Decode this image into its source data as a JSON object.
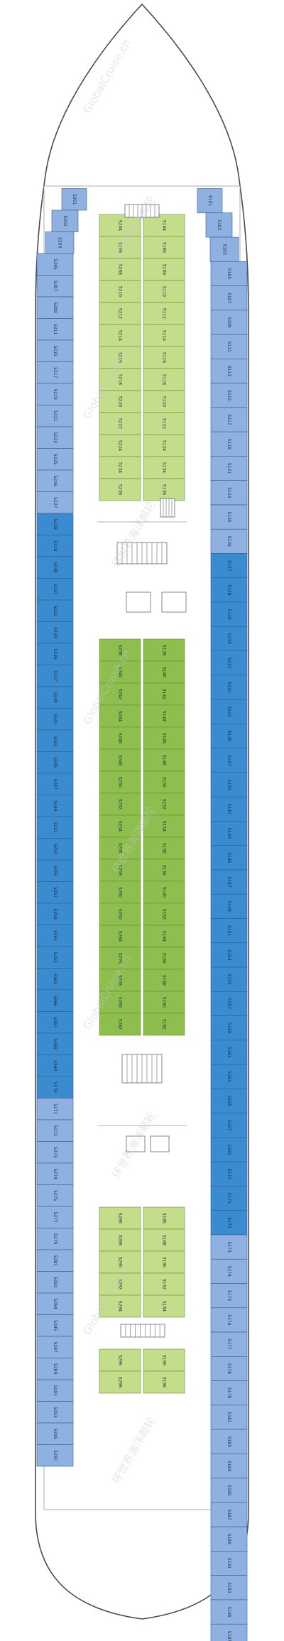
{
  "colors": {
    "hull_stroke": "#4a4a4a",
    "light_blue": "#8eb1e2",
    "mid_blue": "#3b8bd0",
    "light_green": "#c4dd8a",
    "mid_green": "#8ebf4e",
    "cell_border": "#3d5c85",
    "green_border": "#6b8c3a",
    "stair": "#666666"
  },
  "watermarks": [
    "GlobalCruise.cn",
    "环世界海洋邮轮",
    "GlobalCruise.cn",
    "环世界海洋邮轮",
    "GlobalCruise.cn",
    "环世界海洋邮轮",
    "GlobalCruise.cn",
    "环世界海洋邮轮",
    "GlobalCruise.cn",
    "环世界海洋邮轮"
  ],
  "cabins": {
    "port_outer": [
      "5201",
      "5202",
      "5203",
      "5205",
      "5207",
      "5209",
      "5211",
      "5215",
      "5217",
      "5219",
      "5221",
      "5223",
      "5225",
      "5226",
      "5227",
      "5228",
      "5229",
      "5230",
      "5231",
      "5232",
      "5233",
      "5235",
      "5237",
      "5239",
      "5241",
      "5243",
      "5245",
      "5247",
      "5249",
      "5251",
      "5253",
      "5255",
      "5257",
      "5259",
      "5261",
      "5263",
      "5265",
      "5266",
      "5267",
      "5268",
      "5269",
      "5270",
      "5271",
      "5272",
      "5273",
      "5274",
      "5275",
      "5277",
      "5279",
      "5281",
      "5283",
      "5284",
      "5285",
      "5287",
      "5289",
      "5291",
      "5293",
      "5295",
      "5297"
    ],
    "port_inner": [
      "5204",
      "5206",
      "5208",
      "5210",
      "5212",
      "5214",
      "5216",
      "5218",
      "5220",
      "5222",
      "5224",
      "5234",
      "5236",
      "5238",
      "5240",
      "5242",
      "5244",
      "5246",
      "5248",
      "5250",
      "5252",
      "5254",
      "5256",
      "5258",
      "5260",
      "5262",
      "5264",
      "5276",
      "5278",
      "5280",
      "5282",
      "5286",
      "5288",
      "5290",
      "5292",
      "5294",
      "5296",
      "5298"
    ],
    "stbd_inner": [
      "5104",
      "5106",
      "5108",
      "5110",
      "5112",
      "5114",
      "5116",
      "5118",
      "5120",
      "5122",
      "5124",
      "5134",
      "5136",
      "5138",
      "5140",
      "5142",
      "5144",
      "5146",
      "5148",
      "5150",
      "5152",
      "5154",
      "5156",
      "5158",
      "5160",
      "5162",
      "5164",
      "5166",
      "5168",
      "5180",
      "5182",
      "5186",
      "5188",
      "5190",
      "5192",
      "5194",
      "5196",
      "5198"
    ],
    "stbd_outer": [
      "5101",
      "5102",
      "5103",
      "5105",
      "5107",
      "5109",
      "5111",
      "5113",
      "5115",
      "5117",
      "5119",
      "5121",
      "5123",
      "5125",
      "5126",
      "5127",
      "5128",
      "5129",
      "5130",
      "5131",
      "5132",
      "5133",
      "5135",
      "5137",
      "5139",
      "5141",
      "5143",
      "5145",
      "5147",
      "5149",
      "5151",
      "5153",
      "5155",
      "5157",
      "5159",
      "5161",
      "5163",
      "5165",
      "5167",
      "5169",
      "5170",
      "5171",
      "5172",
      "5173",
      "5174",
      "5175",
      "5176",
      "5177",
      "5178",
      "5179",
      "5181",
      "5183",
      "5184",
      "5185",
      "5187",
      "5189",
      "5191",
      "5193",
      "5195",
      "5197"
    ]
  }
}
